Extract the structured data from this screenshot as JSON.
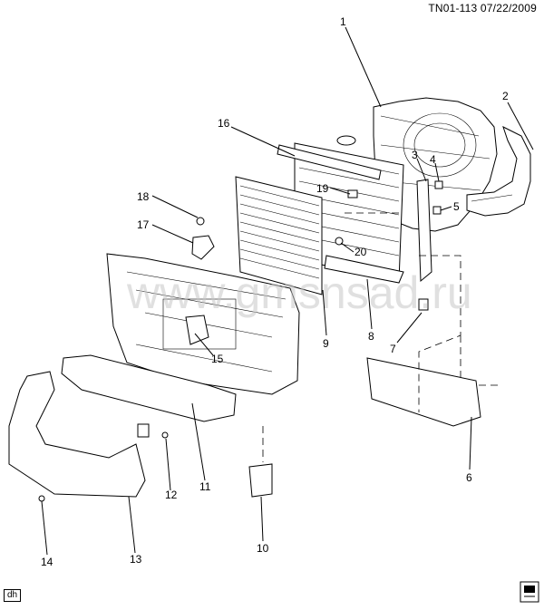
{
  "header": {
    "code": "TN01-113  07/22/2009"
  },
  "watermark": "www.gmsnsad.ru",
  "badges": {
    "corner_left": "dh"
  },
  "colors": {
    "ink": "#000000",
    "background": "#ffffff",
    "watermark": "#c8c8c8"
  },
  "callouts": [
    "1",
    "2",
    "3",
    "4",
    "5",
    "6",
    "7",
    "8",
    "9",
    "10",
    "11",
    "12",
    "13",
    "14",
    "15",
    "16",
    "17",
    "18",
    "19",
    "20"
  ]
}
